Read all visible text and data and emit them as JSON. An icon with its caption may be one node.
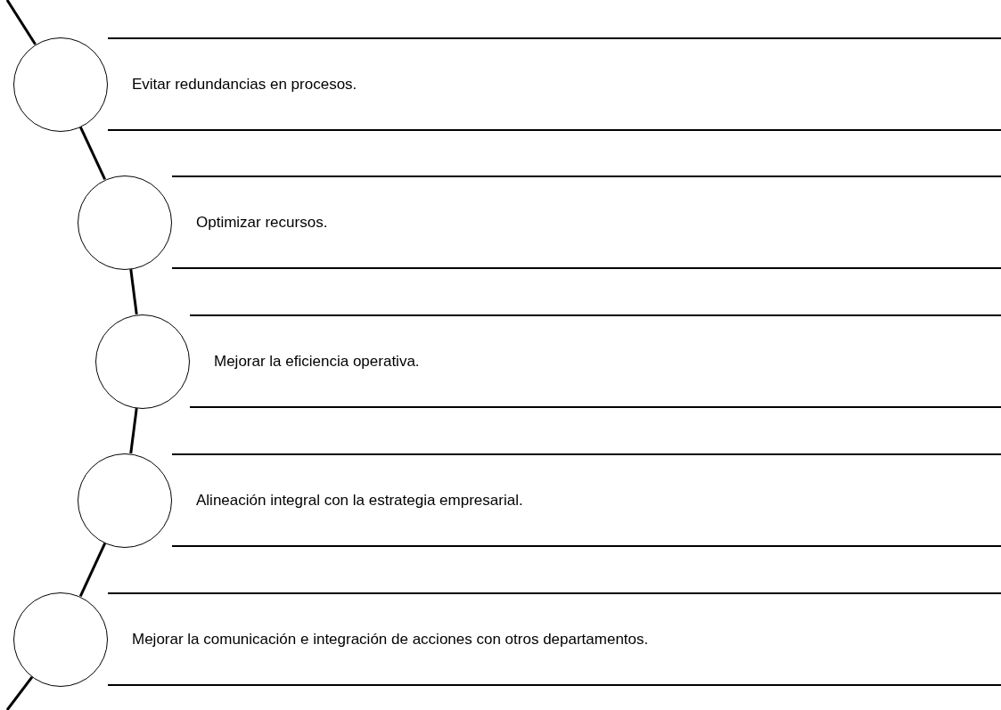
{
  "diagram": {
    "nodes": [
      {
        "text": [],
        "shape": "circle"
      },
      {
        "text": [
          "Evitar redundancias en procesos."
        ]
      },
      {
        "text": [],
        "shape": "circle"
      },
      {
        "text": [
          "Optimizar recursos."
        ]
      },
      {
        "text": [],
        "shape": "circle"
      },
      {
        "text": [
          "Mejorar la eficiencia operativa."
        ]
      },
      {
        "text": [],
        "shape": "circle"
      },
      {
        "text": [
          "Alineación integral con la estrategia empresarial."
        ]
      },
      {
        "text": [],
        "shape": "circle"
      },
      {
        "text": [
          "Mejorar la comunicación e integración de acciones con otros departamentos."
        ]
      }
    ],
    "edges": [
      {
        "from": null,
        "to": 0,
        "arrow": "none"
      },
      {
        "from": 0,
        "to": 2,
        "arrow": "none"
      },
      {
        "from": 2,
        "to": 4,
        "arrow": "none"
      },
      {
        "from": 4,
        "to": 6,
        "arrow": "none"
      },
      {
        "from": 6,
        "to": 8,
        "arrow": "none"
      },
      {
        "from": 8,
        "to": null,
        "arrow": "none"
      }
    ]
  }
}
